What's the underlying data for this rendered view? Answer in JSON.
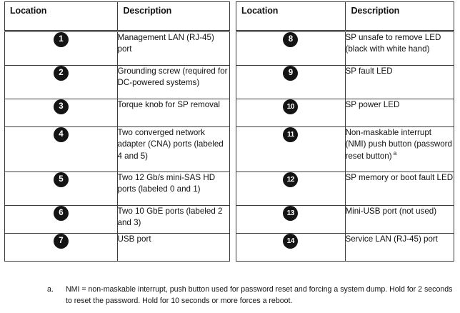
{
  "table": {
    "headers": {
      "location": "Location",
      "description": "Description"
    },
    "left_rows": [
      {
        "num": "1",
        "desc": "Management LAN (RJ-45) port"
      },
      {
        "num": "2",
        "desc": "Grounding screw (required for DC-powered systems)"
      },
      {
        "num": "3",
        "desc": "Torque knob for SP removal"
      },
      {
        "num": "4",
        "desc": "Two converged network adapter (CNA) ports (labeled 4 and 5)"
      },
      {
        "num": "5",
        "desc": "Two 12 Gb/s mini-SAS HD ports (labeled 0 and 1)"
      },
      {
        "num": "6",
        "desc": "Two 10 GbE ports (labeled 2 and 3)"
      },
      {
        "num": "7",
        "desc": "USB port"
      }
    ],
    "right_rows": [
      {
        "num": "8",
        "desc": "SP unsafe to remove LED (black with white hand)"
      },
      {
        "num": "9",
        "desc": "SP fault LED"
      },
      {
        "num": "10",
        "desc": "SP power LED"
      },
      {
        "num": "11",
        "desc": "Non-maskable interrupt (NMI) push button (password reset button)",
        "footnote_marker": "a"
      },
      {
        "num": "12",
        "desc": "SP memory or boot fault LED"
      },
      {
        "num": "13",
        "desc": "Mini-USB port (not used)"
      },
      {
        "num": "14",
        "desc": "Service LAN (RJ-45) port"
      }
    ]
  },
  "footnote": {
    "marker": "a.",
    "text": "NMI = non-maskable interrupt, push button used for password reset and forcing a system dump. Hold for 2 seconds to reset the password. Hold for 10 seconds or more forces a reboot."
  },
  "colors": {
    "badge_fill": "#141414",
    "badge_text": "#ffffff",
    "border": "#3b3b3b",
    "text": "#121212",
    "background": "#ffffff"
  }
}
